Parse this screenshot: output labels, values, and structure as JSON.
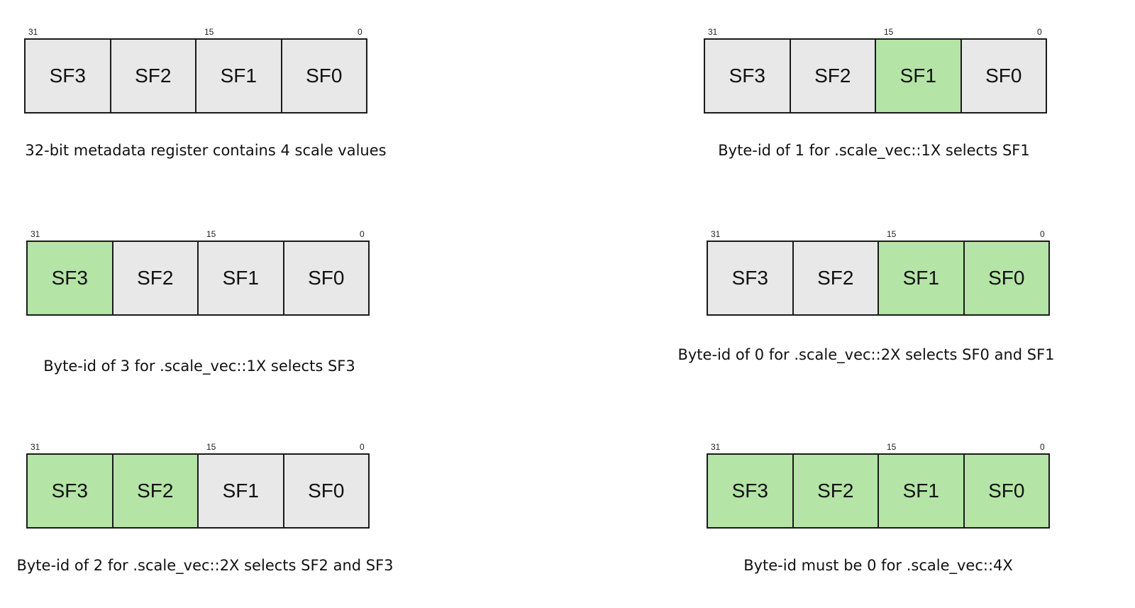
{
  "bit_labels": {
    "high": "31",
    "mid": "15",
    "low": "0"
  },
  "colors": {
    "selected": "#b4e4a6",
    "unselected": "#e8e8e8",
    "border": "#1a1a1a"
  },
  "panels": [
    {
      "cells": [
        {
          "label": "SF3",
          "selected": false
        },
        {
          "label": "SF2",
          "selected": false
        },
        {
          "label": "SF1",
          "selected": false
        },
        {
          "label": "SF0",
          "selected": false
        }
      ],
      "caption": "32-bit metadata register contains 4 scale values"
    },
    {
      "cells": [
        {
          "label": "SF3",
          "selected": false
        },
        {
          "label": "SF2",
          "selected": false
        },
        {
          "label": "SF1",
          "selected": true
        },
        {
          "label": "SF0",
          "selected": false
        }
      ],
      "caption": "Byte-id of 1 for .scale_vec::1X selects SF1"
    },
    {
      "cells": [
        {
          "label": "SF3",
          "selected": true
        },
        {
          "label": "SF2",
          "selected": false
        },
        {
          "label": "SF1",
          "selected": false
        },
        {
          "label": "SF0",
          "selected": false
        }
      ],
      "caption": "Byte-id of 3 for .scale_vec::1X selects SF3"
    },
    {
      "cells": [
        {
          "label": "SF3",
          "selected": false
        },
        {
          "label": "SF2",
          "selected": false
        },
        {
          "label": "SF1",
          "selected": true
        },
        {
          "label": "SF0",
          "selected": true
        }
      ],
      "caption": "Byte-id of 0 for .scale_vec::2X selects SF0 and SF1"
    },
    {
      "cells": [
        {
          "label": "SF3",
          "selected": true
        },
        {
          "label": "SF2",
          "selected": true
        },
        {
          "label": "SF1",
          "selected": false
        },
        {
          "label": "SF0",
          "selected": false
        }
      ],
      "caption": "Byte-id of 2 for .scale_vec::2X selects SF2 and SF3"
    },
    {
      "cells": [
        {
          "label": "SF3",
          "selected": true
        },
        {
          "label": "SF2",
          "selected": true
        },
        {
          "label": "SF1",
          "selected": true
        },
        {
          "label": "SF0",
          "selected": true
        }
      ],
      "caption": "Byte-id must be 0 for .scale_vec::4X"
    }
  ]
}
